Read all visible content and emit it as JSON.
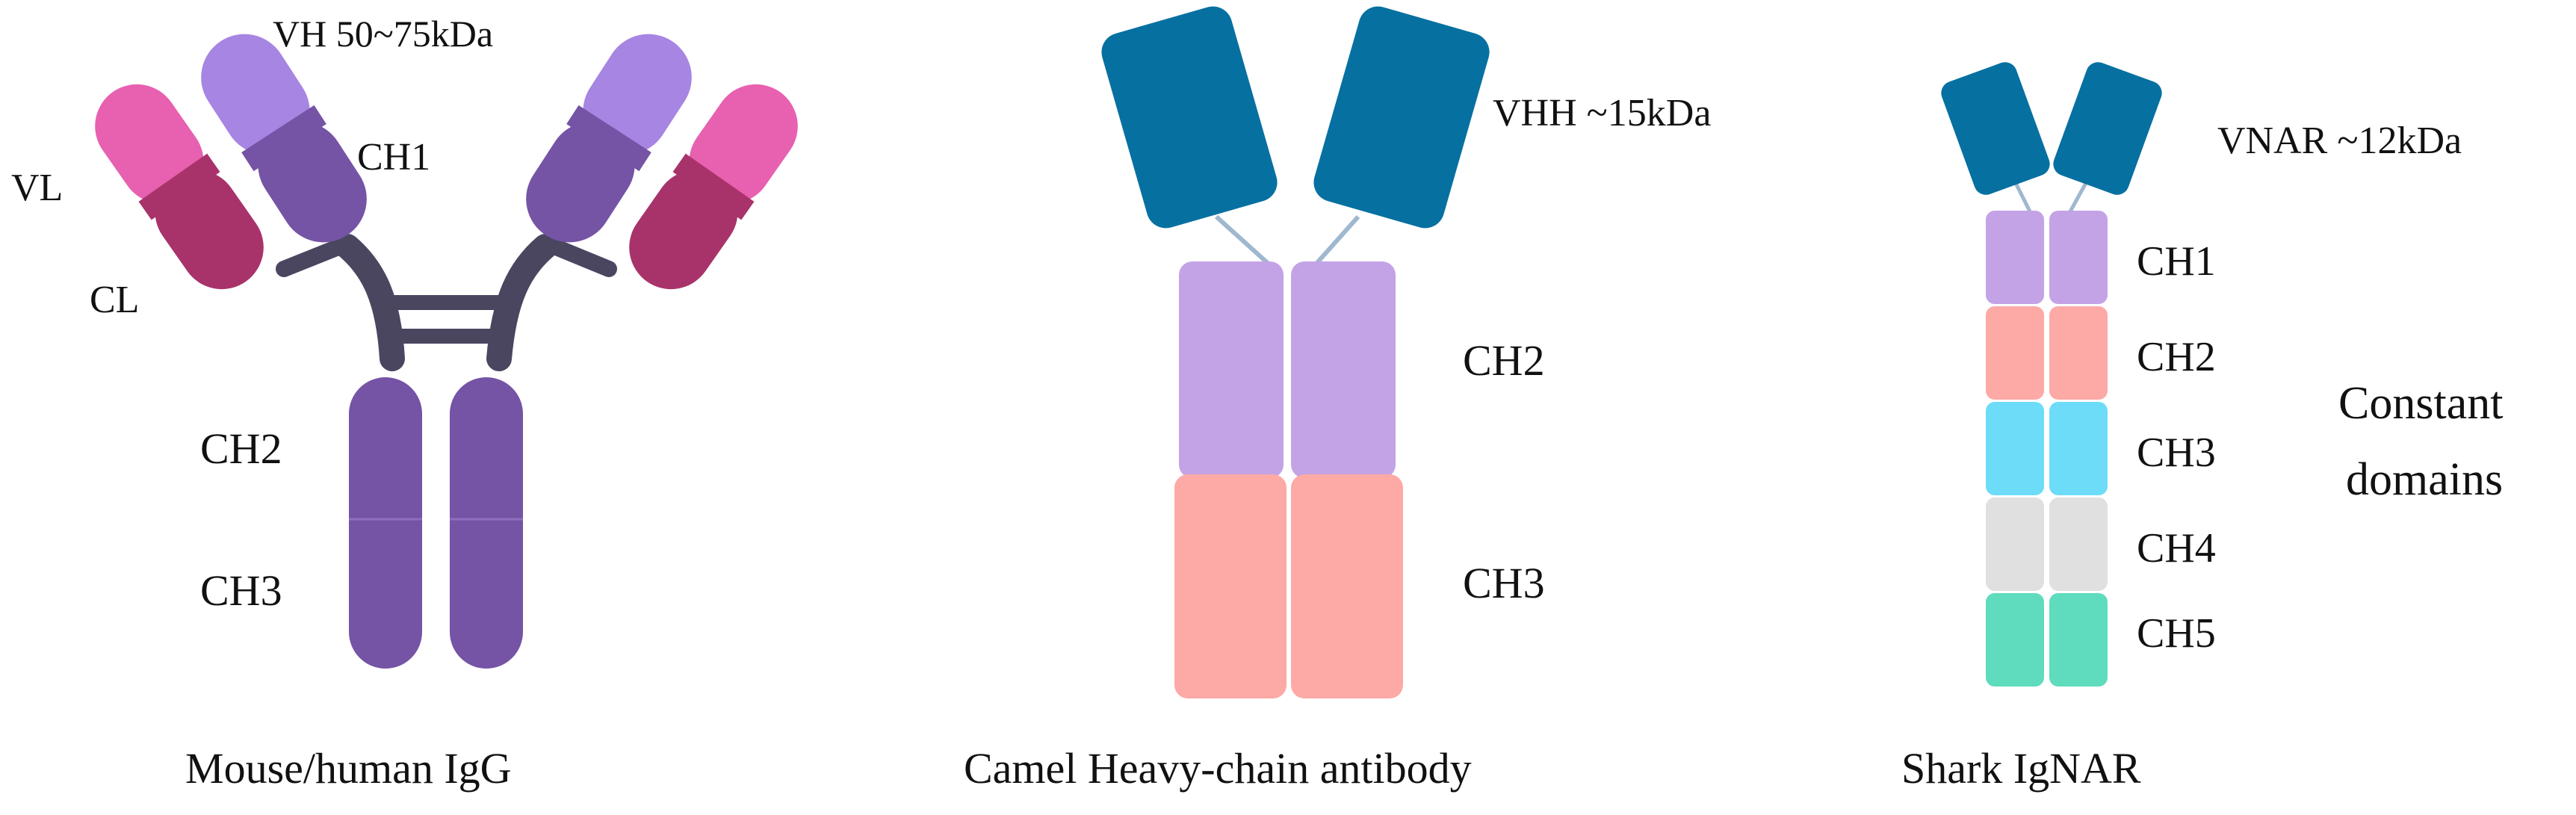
{
  "colors": {
    "vh_lavender": "#a785e2",
    "heavy_purple": "#7553a5",
    "light_pink": "#e860b0",
    "light_crimson": "#a8336a",
    "hinge": "#4a4660",
    "vhh_blue": "#0670a1",
    "ch2_lavender": "#c3a3e6",
    "ch3_salmon": "#fda9a6",
    "ch3_cyan": "#6cdcf9",
    "ch4_gray": "#e0e0e0",
    "ch5_teal": "#5fdbbd",
    "linker": "#9fb8cf"
  },
  "igg": {
    "vh_label": "VH 50~75kDa",
    "vl_label": "VL",
    "cl_label": "CL",
    "ch1_label": "CH1",
    "ch2_label": "CH2",
    "ch3_label": "CH3",
    "caption": "Mouse/human IgG"
  },
  "camel": {
    "vhh_label": "VHH ~15kDa",
    "ch2_label": "CH2",
    "ch3_label": "CH3",
    "caption": "Camel Heavy-chain antibody"
  },
  "shark": {
    "vnar_label": "VNAR ~12kDa",
    "domain_labels": [
      "CH1",
      "CH2",
      "CH3",
      "CH4",
      "CH5"
    ],
    "constant_label_line1": "Constant",
    "constant_label_line2": "domains",
    "caption": "Shark IgNAR"
  }
}
